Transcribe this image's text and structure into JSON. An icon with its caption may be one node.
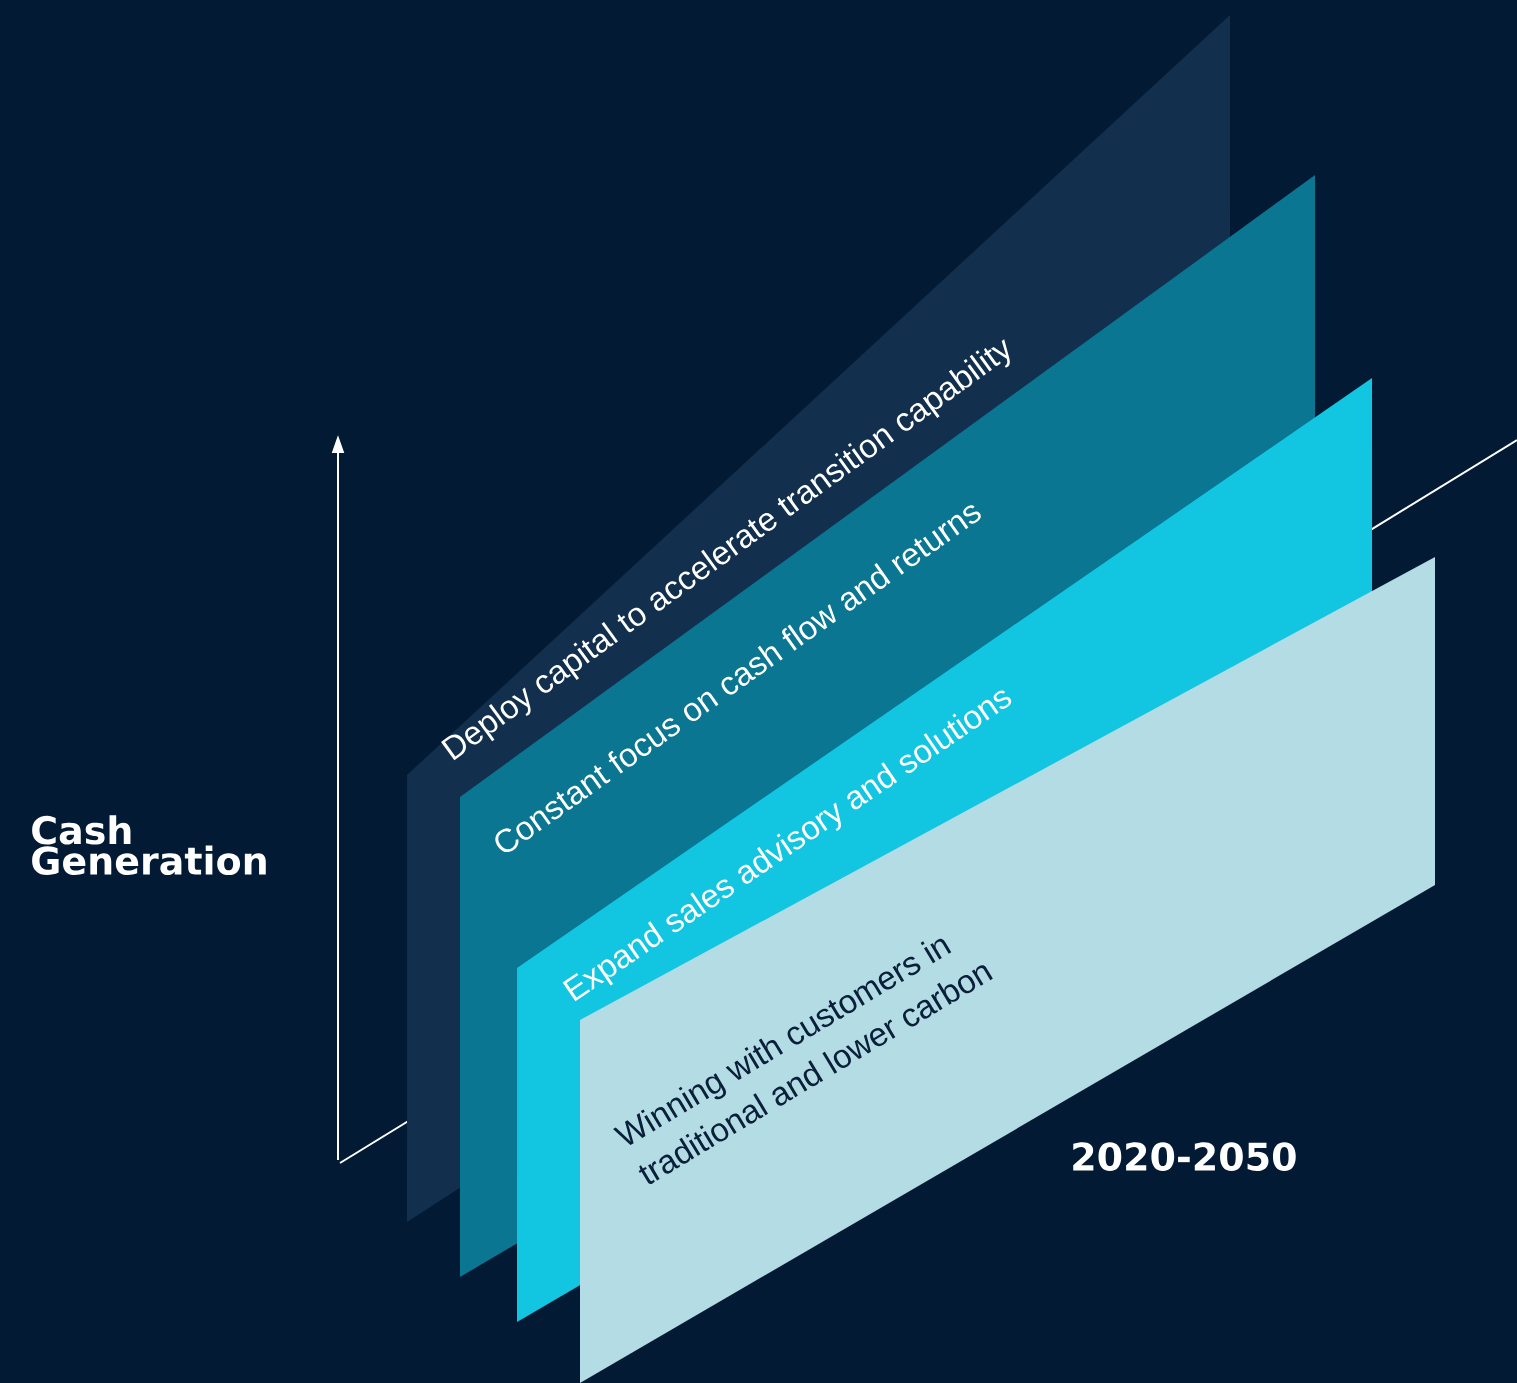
{
  "diagram": {
    "nodes": [
      {
        "text": [
          "Deploy capital to accelerate transition capability"
        ]
      },
      {
        "text": [
          "Constant focus on cash flow and returns"
        ]
      },
      {
        "text": [
          "Expand sales advisory and solutions"
        ]
      },
      {
        "text": [
          "Winning with customers in traditional and lower carbon"
        ]
      }
    ],
    "labels": [
      "Cash Generation",
      "2020-2050"
    ]
  }
}
